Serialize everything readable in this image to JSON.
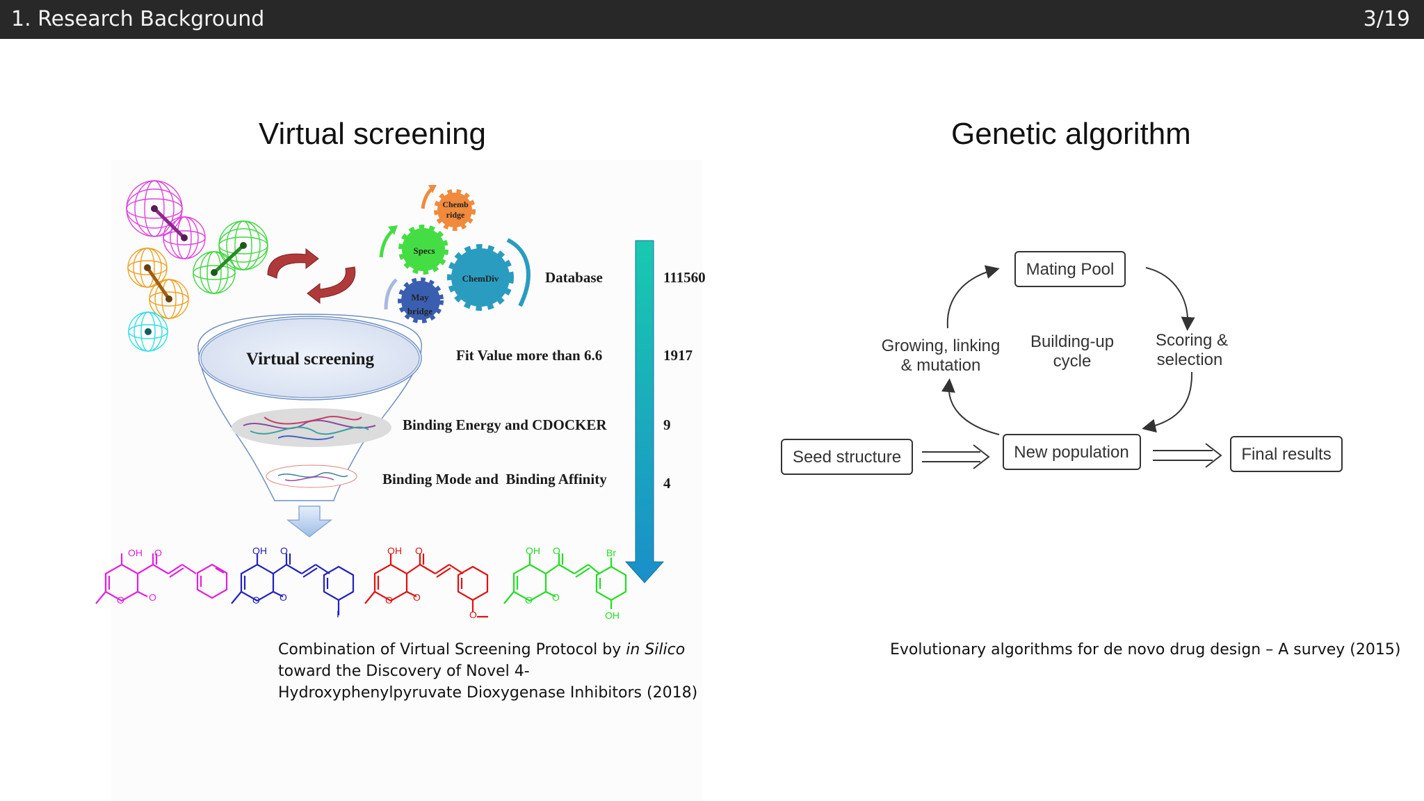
{
  "header": {
    "title": "1. Research Background",
    "page": "3/19"
  },
  "left": {
    "title": "Virtual screening",
    "funnel_label": "Virtual screening",
    "gears": {
      "chembridge": "Chemb ridge",
      "specs": "Specs",
      "chemdiv": "ChemDiv",
      "maybridge": "May bridge"
    },
    "stages": [
      {
        "label": "Database",
        "count": "111560"
      },
      {
        "label": "Fit Value more than 6.6",
        "count": "1917"
      },
      {
        "label": "Binding Energy and CDOCKER",
        "count": "9"
      },
      {
        "label": "Binding Mode and  Binding Affinity",
        "count": "4"
      }
    ],
    "molecule_atoms": {
      "oh": "OH",
      "o": "O",
      "br": "Br",
      "i": "I"
    },
    "caption_pre": "Combination of Virtual Screening Protocol by ",
    "caption_em": "in Silico",
    "caption_post": " toward the Discovery of Novel 4-Hydroxyphenylpyruvate Dioxygenase Inhibitors (2018)"
  },
  "right": {
    "title": "Genetic algorithm",
    "nodes": {
      "mating_pool": "Mating Pool",
      "growing": [
        "Growing, linking",
        "& mutation"
      ],
      "building": [
        "Building-up",
        "cycle"
      ],
      "scoring": [
        "Scoring &",
        "selection"
      ],
      "seed": "Seed structure",
      "new_population": "New population",
      "final": "Final results"
    },
    "caption": "Evolutionary algorithms for de novo drug design – A survey (2015)"
  },
  "colors": {
    "header_bg": "#282828",
    "magenta": "#e020e0",
    "blue": "#2020c0",
    "red": "#e01010",
    "green": "#22dd22",
    "arrow_top": "#1a8fc9",
    "arrow_bottom": "#19c9b0"
  }
}
